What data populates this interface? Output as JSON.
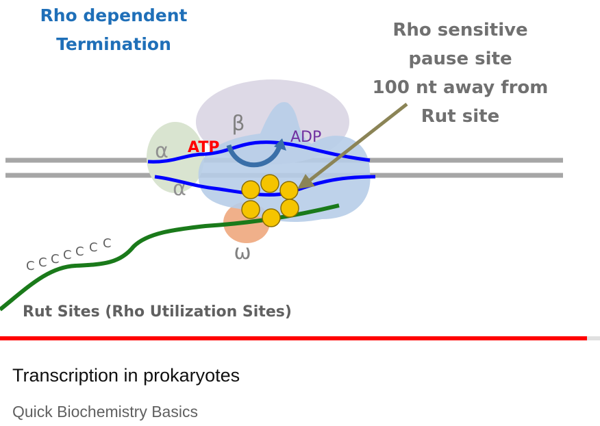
{
  "video": {
    "title": "Transcription in prokaryotes",
    "channel": "Quick Biochemistry Basics",
    "watched_fraction": 0.978
  },
  "diagram": {
    "heading_line1": "Rho dependent",
    "heading_line2": "Termination",
    "callout_line1": "Rho sensitive",
    "callout_line2": "pause site",
    "callout_line3": "100 nt away from",
    "callout_line4": "Rut site",
    "beta_label": "β",
    "alpha_label_1": "α",
    "alpha_label_2": "α",
    "omega_label": "ω",
    "atp_label": "ATP",
    "adp_label": "ADP",
    "c_sequence": [
      "C",
      "C",
      "C",
      "C",
      "C",
      "C",
      "C"
    ],
    "rut_label": "Rut Sites  (Rho Utilization Sites)",
    "colors": {
      "heading": "#1f6fb8",
      "callout": "#707070",
      "dna": "#a6a6a6",
      "strand": "#0000ff",
      "rna": "#1a7a1a",
      "rho": "#f5c400",
      "atp": "#ff0000",
      "adp": "#7030a0",
      "progress": "#ff0000"
    }
  }
}
